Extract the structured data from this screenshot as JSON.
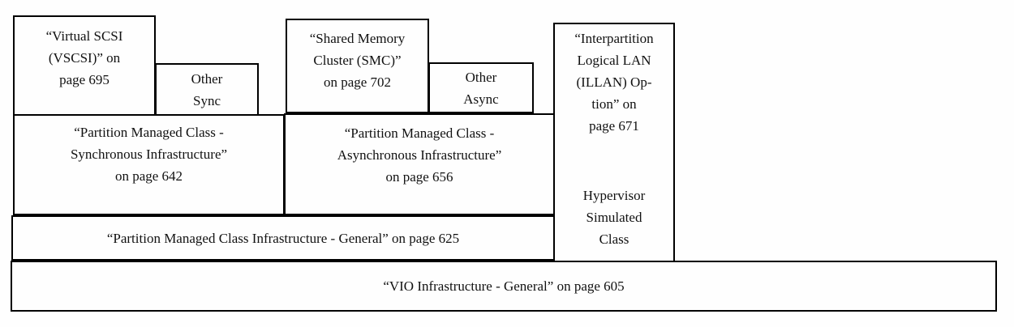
{
  "diagram": {
    "kind": "block-diagram",
    "colors": {
      "border": "#000000",
      "background": "#fefefe",
      "text": "#111111"
    },
    "boxes": {
      "vscsi": {
        "label": "“Virtual SCSI\n(VSCSI)” on\npage 695"
      },
      "other_sync": {
        "label": "Other\nSync"
      },
      "smc": {
        "label": "“Shared Memory\nCluster (SMC)”\non page 702"
      },
      "other_async": {
        "label": "Other\nAsync"
      },
      "illan": {
        "label": "“Interpartition\nLogical LAN\n(ILLAN) Op-\ntion” on\npage 671"
      },
      "hypervisor": {
        "label": "Hypervisor\nSimulated\nClass"
      },
      "sync_infra": {
        "label": "“Partition Managed Class -\nSynchronous Infrastructure”\non page 642"
      },
      "async_infra": {
        "label": "“Partition Managed Class -\nAsynchronous Infrastructure”\non page 656"
      },
      "pmc_general": {
        "label": "“Partition Managed Class Infrastructure - General” on page 625"
      },
      "vio_general": {
        "label": "“VIO Infrastructure - General” on page 605"
      }
    }
  }
}
